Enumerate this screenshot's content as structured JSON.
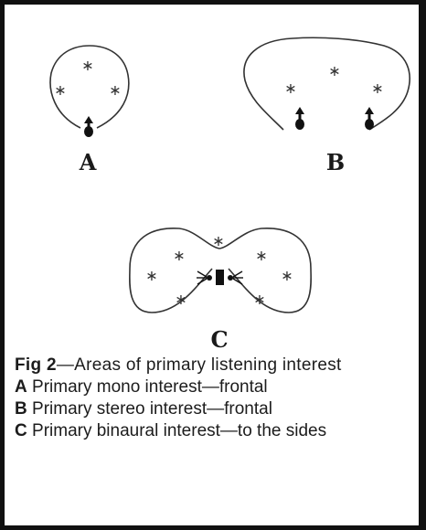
{
  "figure": {
    "panels": [
      {
        "letter": "A"
      },
      {
        "letter": "B"
      },
      {
        "letter": "C"
      }
    ],
    "star_glyph": "∗"
  },
  "caption": {
    "fig_label": "Fig 2",
    "title": "—Areas of primary listening interest",
    "items": [
      {
        "key": "A",
        "text": "Primary mono interest—frontal"
      },
      {
        "key": "B",
        "text": "Primary stereo interest—frontal"
      },
      {
        "key": "C",
        "text": "Primary binaural interest—to the sides"
      }
    ]
  }
}
